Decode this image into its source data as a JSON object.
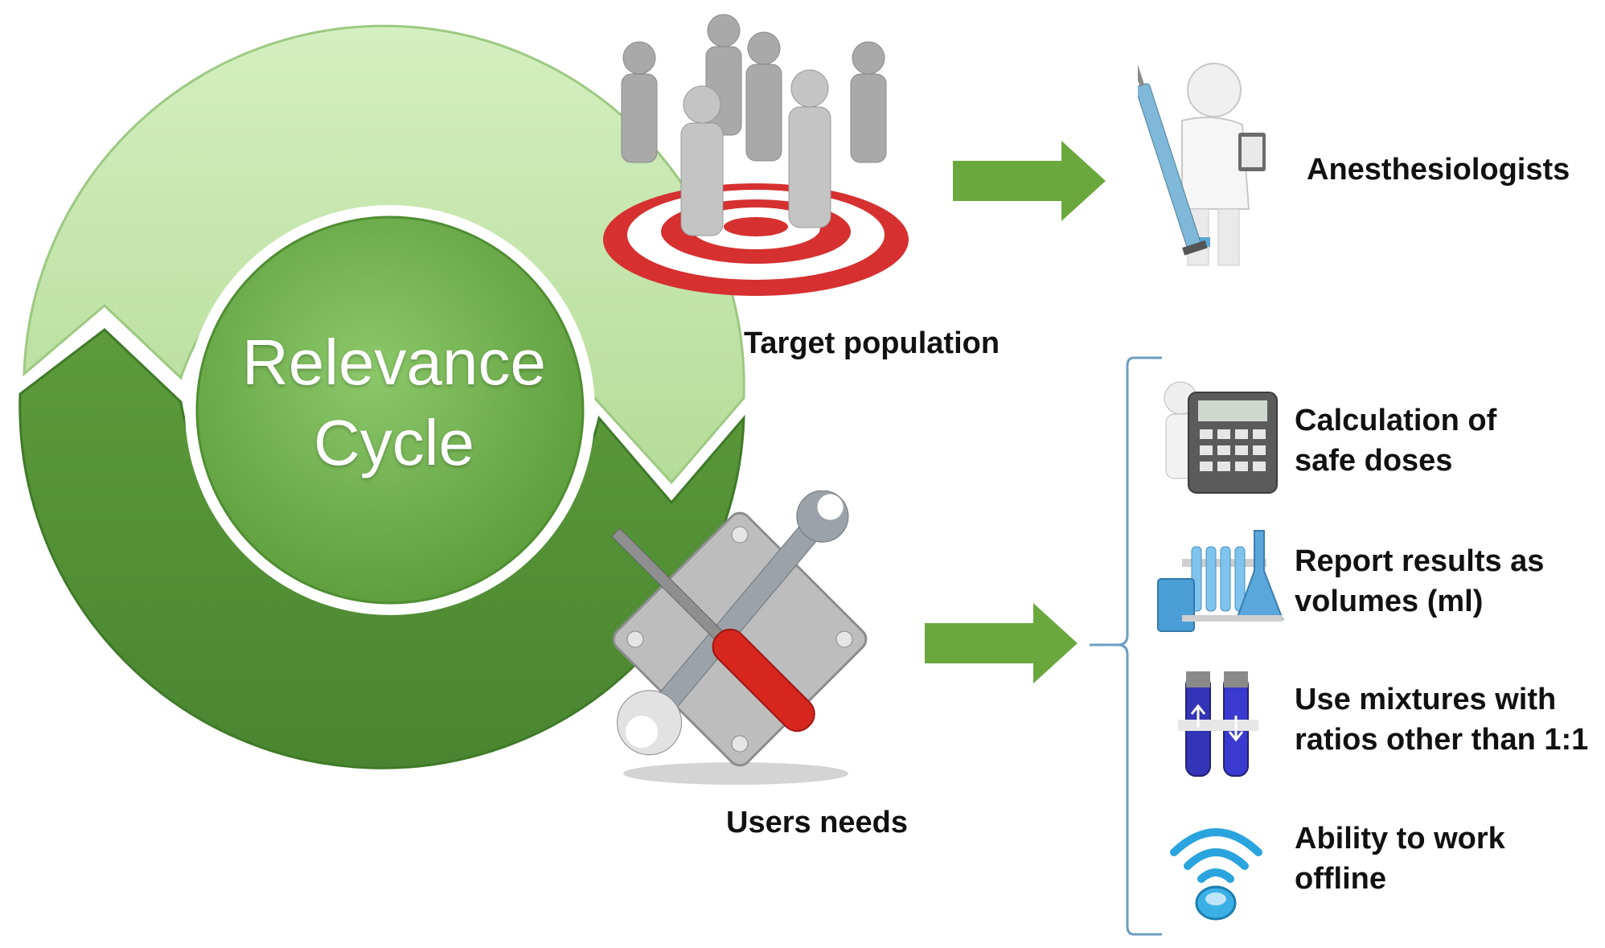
{
  "cycle": {
    "title_line1": "Relevance",
    "title_line2": "Cycle",
    "colors": {
      "light_green": "#c8e8b0",
      "dark_green": "#5e9a3c",
      "center_green": "#6db24b"
    }
  },
  "target_population": {
    "label": "Target population",
    "icon": "people-on-target-icon"
  },
  "users_needs": {
    "label": "Users needs",
    "icon": "tools-icon"
  },
  "anesthesiologists": {
    "label": "Anesthesiologists",
    "icon": "doctor-with-syringe-icon"
  },
  "arrow_color": "#6aa83e",
  "needs": [
    {
      "line1": "Calculation of",
      "line2": "safe doses",
      "icon": "calculator-icon"
    },
    {
      "line1": "Report results as",
      "line2": "volumes (ml)",
      "icon": "lab-glassware-icon"
    },
    {
      "line1": "Use mixtures with",
      "line2": "ratios other than 1:1",
      "icon": "test-tubes-icon"
    },
    {
      "line1": "Ability to work",
      "line2": "offline",
      "icon": "wifi-icon"
    }
  ]
}
